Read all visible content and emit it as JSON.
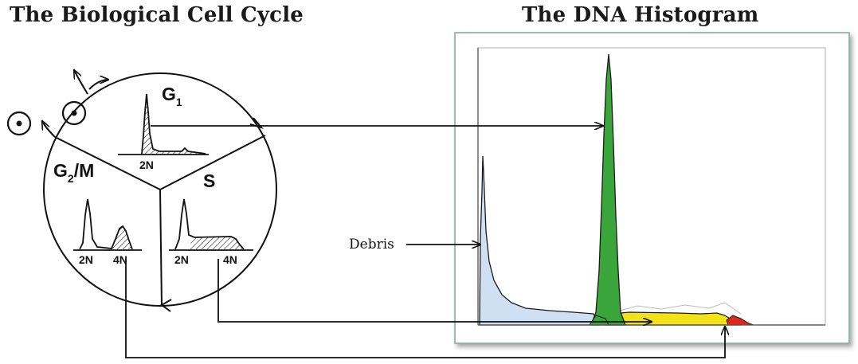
{
  "titles": {
    "left": "The Biological Cell Cycle",
    "right": "The DNA Histogram"
  },
  "cycle": {
    "phase_g1": "G",
    "phase_g1_sub": "1",
    "phase_g2": "G",
    "phase_g2_sub": "2",
    "phase_g2_suffix": "/M",
    "phase_s": "S",
    "g1_axis_label": "2N",
    "g2_axis_2n": "2N",
    "g2_axis_4n": "4N",
    "s_axis_2n": "2N",
    "s_axis_4n": "4N"
  },
  "histogram": {
    "debris_label": "Debris",
    "colors": {
      "debris_fill": "#cfe0f2",
      "g1_fill": "#3aa53a",
      "s_fill": "#f2e21a",
      "g2_fill": "#e0261f",
      "frame": "#7aa89c"
    }
  }
}
